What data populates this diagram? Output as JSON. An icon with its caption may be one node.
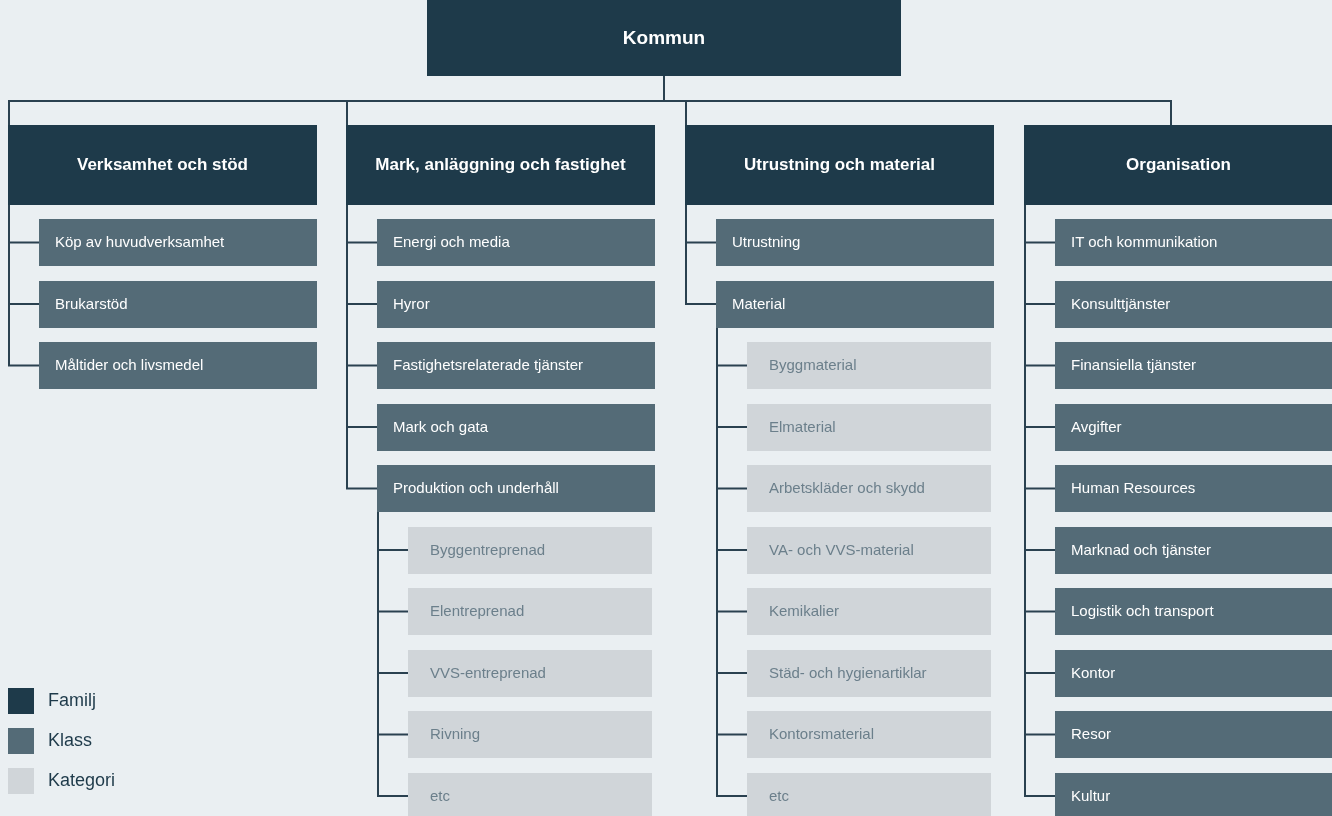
{
  "diagram": {
    "nodes": [
      {
        "text": [
          "Kommun"
        ]
      },
      {
        "text": [
          "Verksamhet och stöd"
        ]
      },
      {
        "text": [
          "Köp av huvudverksamhet"
        ]
      },
      {
        "text": [
          "Brukarstöd"
        ]
      },
      {
        "text": [
          "Måltider och livsmedel"
        ]
      },
      {
        "text": [
          "Mark, anläggning och fastighet"
        ]
      },
      {
        "text": [
          "Energi och media"
        ]
      },
      {
        "text": [
          "Hyror"
        ]
      },
      {
        "text": [
          "Fastighetsrelaterade tjänster"
        ]
      },
      {
        "text": [
          "Mark och gata"
        ]
      },
      {
        "text": [
          "Produktion och underhåll"
        ]
      },
      {
        "text": [
          "Byggentreprenad"
        ]
      },
      {
        "text": [
          "Elentreprenad"
        ]
      },
      {
        "text": [
          "VVS-entreprenad"
        ]
      },
      {
        "text": [
          "Rivning"
        ]
      },
      {
        "text": [
          "etc"
        ]
      },
      {
        "text": [
          "Utrustning och material"
        ]
      },
      {
        "text": [
          "Utrustning"
        ]
      },
      {
        "text": [
          "Material"
        ]
      },
      {
        "text": [
          "Byggmaterial"
        ]
      },
      {
        "text": [
          "Elmaterial"
        ]
      },
      {
        "text": [
          "Arbetskläder och skydd"
        ]
      },
      {
        "text": [
          "VA- och VVS-material"
        ]
      },
      {
        "text": [
          "Kemikalier"
        ]
      },
      {
        "text": [
          "Städ- och hygienartiklar"
        ]
      },
      {
        "text": [
          "Kontorsmaterial"
        ]
      },
      {
        "text": [
          "etc"
        ]
      },
      {
        "text": [
          "Organisation"
        ]
      },
      {
        "text": [
          "IT och kommunikation"
        ]
      },
      {
        "text": [
          "Konsulttjänster"
        ]
      },
      {
        "text": [
          "Finansiella tjänster"
        ]
      },
      {
        "text": [
          "Avgifter"
        ]
      },
      {
        "text": [
          "Human Resources"
        ]
      },
      {
        "text": [
          "Marknad och tjänster"
        ]
      },
      {
        "text": [
          "Logistik och transport"
        ]
      },
      {
        "text": [
          "Kontor"
        ]
      },
      {
        "text": [
          "Resor"
        ]
      },
      {
        "text": [
          "Kultur"
        ]
      }
    ],
    "edges": [
      {
        "from": 0,
        "to": 1,
        "arrow": "none"
      },
      {
        "from": 0,
        "to": 5,
        "arrow": "none"
      },
      {
        "from": 0,
        "to": 16,
        "arrow": "none"
      },
      {
        "from": 0,
        "to": 27,
        "arrow": "none"
      },
      {
        "from": 1,
        "to": 2,
        "arrow": "none"
      },
      {
        "from": 1,
        "to": 3,
        "arrow": "none"
      },
      {
        "from": 1,
        "to": 4,
        "arrow": "none"
      },
      {
        "from": 5,
        "to": 6,
        "arrow": "none"
      },
      {
        "from": 5,
        "to": 7,
        "arrow": "none"
      },
      {
        "from": 5,
        "to": 8,
        "arrow": "none"
      },
      {
        "from": 5,
        "to": 9,
        "arrow": "none"
      },
      {
        "from": 5,
        "to": 10,
        "arrow": "none"
      },
      {
        "from": 10,
        "to": 11,
        "arrow": "none"
      },
      {
        "from": 10,
        "to": 12,
        "arrow": "none"
      },
      {
        "from": 10,
        "to": 13,
        "arrow": "none"
      },
      {
        "from": 10,
        "to": 14,
        "arrow": "none"
      },
      {
        "from": 10,
        "to": 15,
        "arrow": "none"
      },
      {
        "from": 16,
        "to": 17,
        "arrow": "none"
      },
      {
        "from": 16,
        "to": 18,
        "arrow": "none"
      },
      {
        "from": 18,
        "to": 19,
        "arrow": "none"
      },
      {
        "from": 18,
        "to": 20,
        "arrow": "none"
      },
      {
        "from": 18,
        "to": 21,
        "arrow": "none"
      },
      {
        "from": 18,
        "to": 22,
        "arrow": "none"
      },
      {
        "from": 18,
        "to": 23,
        "arrow": "none"
      },
      {
        "from": 18,
        "to": 24,
        "arrow": "none"
      },
      {
        "from": 18,
        "to": 25,
        "arrow": "none"
      },
      {
        "from": 18,
        "to": 26,
        "arrow": "none"
      },
      {
        "from": 27,
        "to": 28,
        "arrow": "none"
      },
      {
        "from": 27,
        "to": 29,
        "arrow": "none"
      },
      {
        "from": 27,
        "to": 30,
        "arrow": "none"
      },
      {
        "from": 27,
        "to": 31,
        "arrow": "none"
      },
      {
        "from": 27,
        "to": 32,
        "arrow": "none"
      },
      {
        "from": 27,
        "to": 33,
        "arrow": "none"
      },
      {
        "from": 27,
        "to": 34,
        "arrow": "none"
      },
      {
        "from": 27,
        "to": 35,
        "arrow": "none"
      },
      {
        "from": 27,
        "to": 36,
        "arrow": "none"
      },
      {
        "from": 27,
        "to": 37,
        "arrow": "none"
      }
    ],
    "legend": [
      {
        "text": "Familj",
        "color": "#1e3a4a"
      },
      {
        "text": "Klass",
        "color": "#546b77"
      },
      {
        "text": "Kategori",
        "color": "#d0d5d9"
      }
    ]
  }
}
